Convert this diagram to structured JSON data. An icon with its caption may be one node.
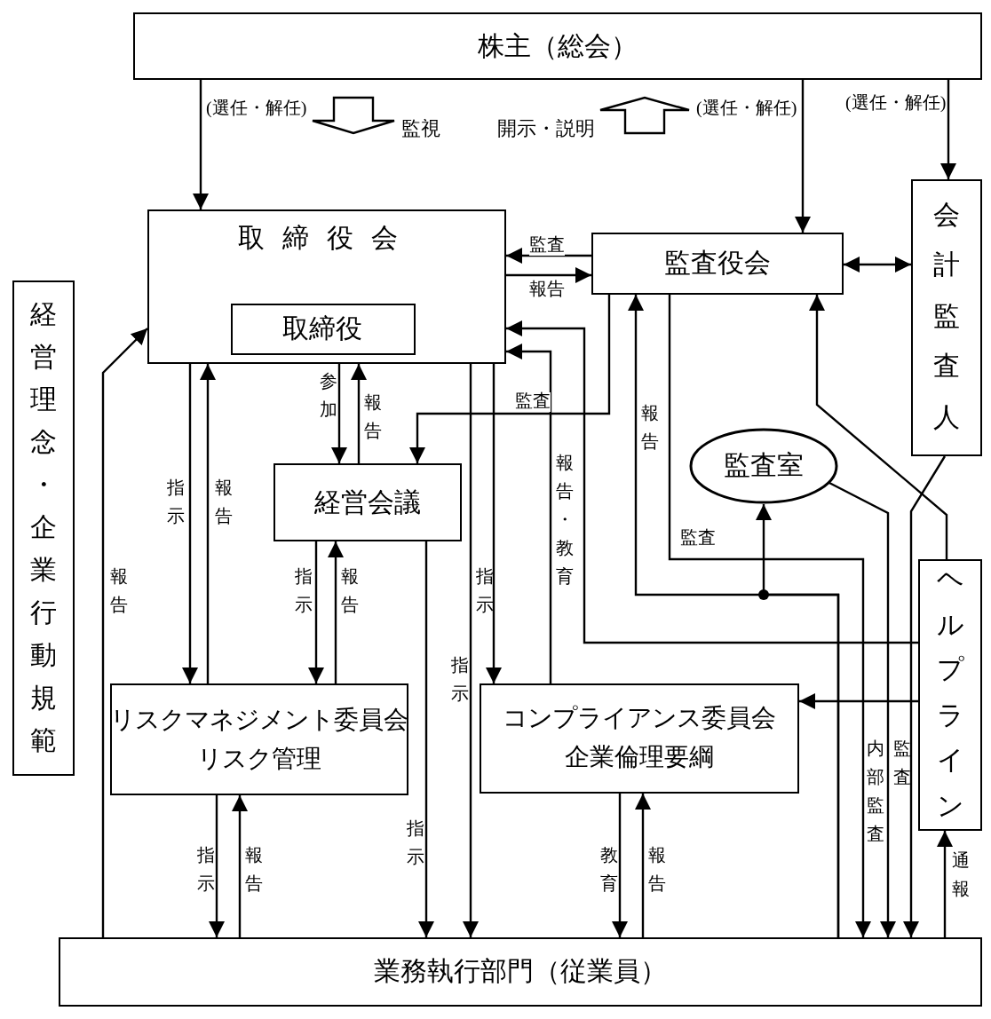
{
  "diagram": {
    "nodes": [
      {
        "text": [
          "株主（総会）"
        ]
      },
      {
        "text": [
          "取締役会"
        ]
      },
      {
        "text": [
          "取締役"
        ],
        "in": 1
      },
      {
        "text": [
          "監査役会"
        ]
      },
      {
        "text": [
          "会計監査人"
        ]
      },
      {
        "text": [
          "経営理念・企業行動規範"
        ]
      },
      {
        "text": [
          "経営会議"
        ]
      },
      {
        "text": [
          "監査室"
        ]
      },
      {
        "text": [
          "ヘルプライン"
        ]
      },
      {
        "text": [
          "リスクマネジメント委員会",
          "リスク管理"
        ]
      },
      {
        "text": [
          "コンプライアンス委員会",
          "企業倫理要綱"
        ]
      },
      {
        "text": [
          "業務執行部門（従業員）"
        ]
      }
    ],
    "edges": [
      {
        "from": 0,
        "to": 1,
        "arrow": "to",
        "label": "(選任・解任)"
      },
      {
        "from": 0,
        "to": 3,
        "arrow": "to",
        "label": "(選任・解任)"
      },
      {
        "from": 0,
        "to": 4,
        "arrow": "to",
        "label": "(選任・解任)"
      },
      {
        "from": 3,
        "to": 1,
        "arrow": "to",
        "label": "監査"
      },
      {
        "from": 1,
        "to": 3,
        "arrow": "to",
        "label": "報告"
      },
      {
        "from": 3,
        "to": 4,
        "arrow": "both"
      },
      {
        "from": 11,
        "to": 1,
        "arrow": "to",
        "label": "報告"
      },
      {
        "from": 1,
        "to": 9,
        "arrow": "to",
        "label": "指示"
      },
      {
        "from": 9,
        "to": 1,
        "arrow": "to",
        "label": "報告"
      },
      {
        "from": 1,
        "to": 6,
        "arrow": "to",
        "label": "参加"
      },
      {
        "from": 6,
        "to": 1,
        "arrow": "to",
        "label": "報告"
      },
      {
        "from": 6,
        "to": 9,
        "arrow": "to",
        "label": "指示"
      },
      {
        "from": 9,
        "to": 6,
        "arrow": "to",
        "label": "報告"
      },
      {
        "from": 6,
        "to": 11,
        "arrow": "to",
        "label": "指示"
      },
      {
        "from": 1,
        "to": 11,
        "arrow": "to",
        "label": "指示"
      },
      {
        "from": 1,
        "to": 10,
        "arrow": "to",
        "label": "指示"
      },
      {
        "from": 3,
        "to": 6,
        "arrow": "to",
        "label": "監査"
      },
      {
        "from": 8,
        "to": 1,
        "arrow": "to"
      },
      {
        "from": 10,
        "to": 1,
        "arrow": "to",
        "label": "報告・教育"
      },
      {
        "from": 11,
        "to": 3,
        "arrow": "to",
        "label": "報告"
      },
      {
        "from": 11,
        "to": 7,
        "arrow": "to"
      },
      {
        "from": 3,
        "to": 11,
        "arrow": "to",
        "label": "監査"
      },
      {
        "from": 7,
        "to": 11,
        "arrow": "to",
        "label": "内部監査"
      },
      {
        "from": 8,
        "to": 3,
        "arrow": "to"
      },
      {
        "from": 4,
        "to": 11,
        "arrow": "to",
        "label": "監査"
      },
      {
        "from": 8,
        "to": 10,
        "arrow": "to"
      },
      {
        "from": 11,
        "to": 8,
        "arrow": "to",
        "label": "通報"
      },
      {
        "from": 10,
        "to": 11,
        "arrow": "to",
        "label": "教育"
      },
      {
        "from": 11,
        "to": 10,
        "arrow": "to",
        "label": "報告"
      },
      {
        "from": 9,
        "to": 11,
        "arrow": "to",
        "label": "指示"
      },
      {
        "from": 11,
        "to": 9,
        "arrow": "to",
        "label": "報告"
      }
    ],
    "labels": [
      "監視",
      "開示・説明"
    ]
  }
}
